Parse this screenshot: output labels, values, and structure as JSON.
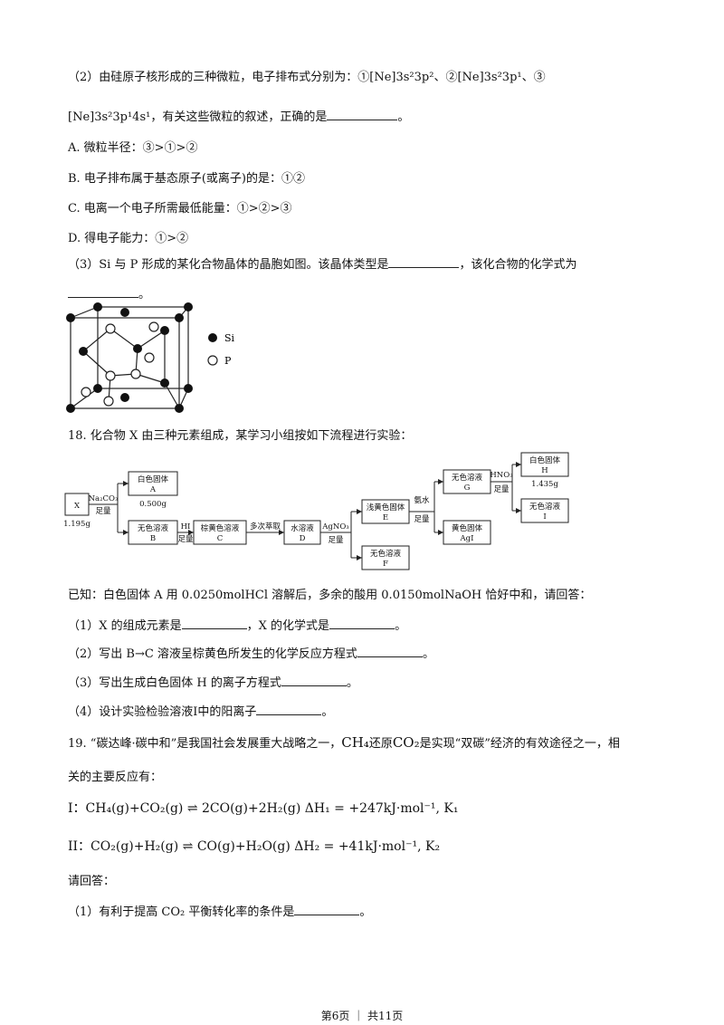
{
  "q17_2": {
    "line1": "（2）由硅原子核形成的三种微粒，电子排布式分别为：①[Ne]3s²3p²、②[Ne]3s²3p¹、③",
    "line2_config": "[Ne]3s²3p¹4s¹",
    "line2_text": "，有关这些微粒的叙述，正确的是",
    "options": [
      "A. 微粒半径：③>①>②",
      "B. 电子排布属于基态原子(或离子)的是：①②",
      "C. 电离一个电子所需最低能量：①>②>③",
      "D. 得电子能力：①>②"
    ]
  },
  "q17_3": {
    "line1_a": "（3）Si 与 P 形成的某化合物晶体的晶胞如图。该晶体类型是",
    "line1_b": "，该化合物的化学式为",
    "legend_si": "Si",
    "legend_p": "P"
  },
  "q18": {
    "title": "18. 化合物 X 由三种元素组成，某学习小组按如下流程进行实验：",
    "flow": {
      "x": "X",
      "x_mass": "1.195g",
      "reagent1": "Na₂CO₃",
      "reagent1_cond": "足量",
      "A_label": "白色固体",
      "A_name": "A",
      "A_mass": "0.500g",
      "B_label": "无色溶液",
      "B_name": "B",
      "HI": "HI",
      "HI_cond": "足量",
      "C_label": "棕黄色溶液",
      "C_name": "C",
      "op": "多次萃取",
      "D_label": "水溶液",
      "D_name": "D",
      "AgNO3": "AgNO₃",
      "AgNO3_cond": "足量",
      "E_label": "浅黄色固体",
      "E_name": "E",
      "F_label": "无色溶液",
      "F_name": "F",
      "NH3": "氨水",
      "NH3_cond": "足量",
      "G_label": "无色溶液",
      "G_name": "G",
      "AgI_label": "黄色固体",
      "AgI_name": "AgI",
      "HNO3": "HNO₃",
      "HNO3_cond": "足量",
      "H_label": "白色固体",
      "H_name": "H",
      "H_mass": "1.435g",
      "I_label": "无色溶液",
      "I_name": "I"
    },
    "known": "已知：白色固体 A 用 0.0250molHCl 溶解后，多余的酸用 0.0150molNaOH 恰好中和，请回答：",
    "q1_a": "（1）X 的组成元素是",
    "q1_b": "，X 的化学式是",
    "q2": "（2）写出 B→C 溶液呈棕黄色所发生的化学反应方程式",
    "q3": "（3）写出生成白色固体 H 的离子方程式",
    "q4": "（4）设计实验检验溶液I中的阳离子",
    "end": "。"
  },
  "q19": {
    "line1_a": "19. “碳达峰·碳中和”是我国社会发展重大战略之一，",
    "ch4": "CH₄",
    "line1_b": "还原",
    "co2": "CO₂",
    "line1_c": "是实现“双碳”经济的有效途径之一，相",
    "line2": "关的主要反应有：",
    "rxn1": "I：CH₄(g)+CO₂(g) ⇌ 2CO(g)+2H₂(g)    ΔH₁ = +247kJ·mol⁻¹, K₁",
    "rxn2": "II：CO₂(g)+H₂(g) ⇌ CO(g)+H₂O(g)   ΔH₂ = +41kJ·mol⁻¹, K₂",
    "ask": "请回答：",
    "q1": "（1）有利于提高 CO₂ 平衡转化率的条件是"
  },
  "footer": "第6页 ｜ 共11页"
}
